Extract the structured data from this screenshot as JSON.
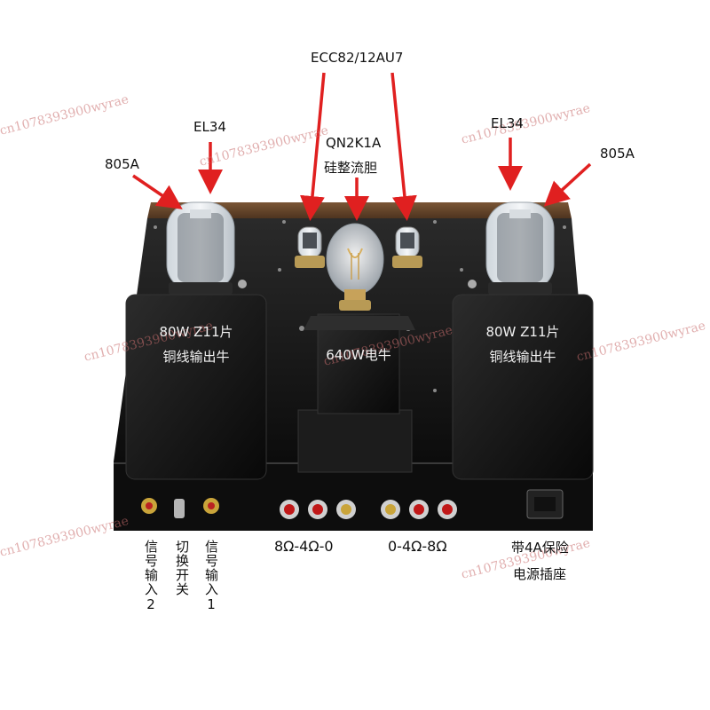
{
  "labels": {
    "tube_805a_left": "805A",
    "tube_el34_left": "EL34",
    "tube_ecc82": "ECC82/12AU7",
    "rectifier_model": "QN2K1A",
    "rectifier_desc": "硅整流胆",
    "tube_el34_right": "EL34",
    "tube_805a_right": "805A"
  },
  "transformers": {
    "left_line1": "80W Z11片",
    "left_line2": "铜线输出牛",
    "center": "640W电牛",
    "right_line1": "80W Z11片",
    "right_line2": "铜线输出牛"
  },
  "rear_panel": {
    "input2": "信号输入2",
    "switch": "切换开关",
    "input1": "信号输入1",
    "speaker_left": "8Ω-4Ω-0",
    "speaker_right": "0-4Ω-8Ω",
    "fuse": "带4A保险",
    "power_socket": "电源插座"
  },
  "watermark": "cn1078393900wyrae",
  "colors": {
    "arrow": "#e02020",
    "chassis": "#141414",
    "wood": "#6b4a2e"
  }
}
